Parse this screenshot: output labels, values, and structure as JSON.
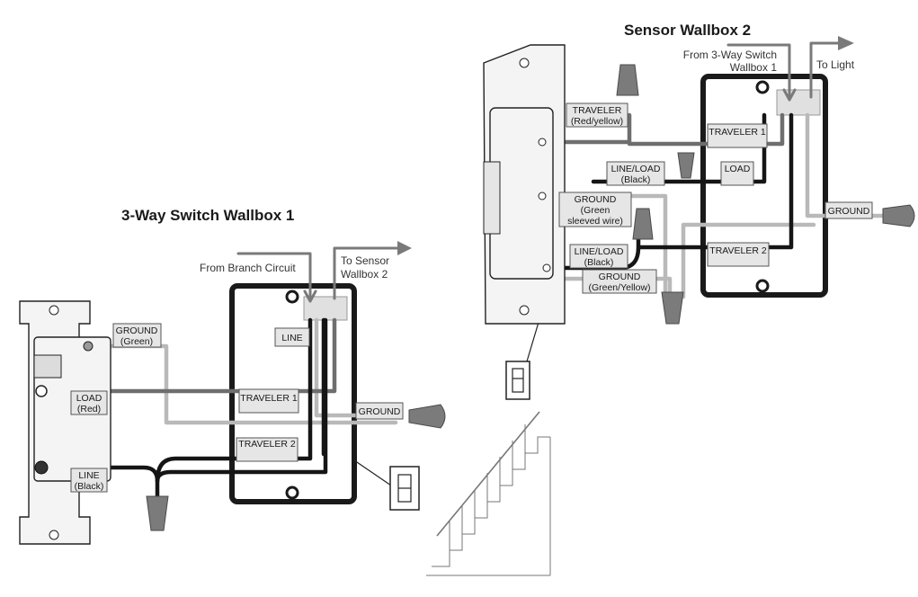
{
  "wallbox1": {
    "title": "3-Way Switch Wallbox 1",
    "note_from": "From Branch Circuit",
    "note_to_l1": "To Sensor",
    "note_to_l2": "Wallbox 2",
    "labels": {
      "ground_l1": "GROUND",
      "ground_l2": "(Green)",
      "load_l1": "LOAD",
      "load_l2": "(Red)",
      "line_l1": "LINE",
      "line_l2": "(Black)",
      "line_box": "LINE",
      "traveler1": "TRAVELER 1",
      "traveler2": "TRAVELER 2",
      "ground_box": "GROUND"
    }
  },
  "wallbox2": {
    "title": "Sensor Wallbox 2",
    "note_from_l1": "From 3-Way Switch",
    "note_from_l2": "Wallbox 1",
    "note_to": "To Light",
    "labels": {
      "traveler_l1": "TRAVELER",
      "traveler_l2": "(Red/yellow)",
      "lineload1_l1": "LINE/LOAD",
      "lineload1_l2": "(Black)",
      "ground_green_l1": "GROUND",
      "ground_green_l2": "(Green",
      "ground_green_l3": "sleeved wire)",
      "lineload2_l1": "LINE/LOAD",
      "lineload2_l2": "(Black)",
      "ground_gy_l1": "GROUND",
      "ground_gy_l2": "(Green/Yellow)",
      "traveler1": "TRAVELER 1",
      "load": "LOAD",
      "traveler2": "TRAVELER 2",
      "ground_box": "GROUND"
    }
  },
  "colors": {
    "black_wire": "#151515",
    "dark_gray_wire": "#6e6e6e",
    "light_gray_wire": "#b9b9b9",
    "label_fill": "#e6e6e6"
  }
}
